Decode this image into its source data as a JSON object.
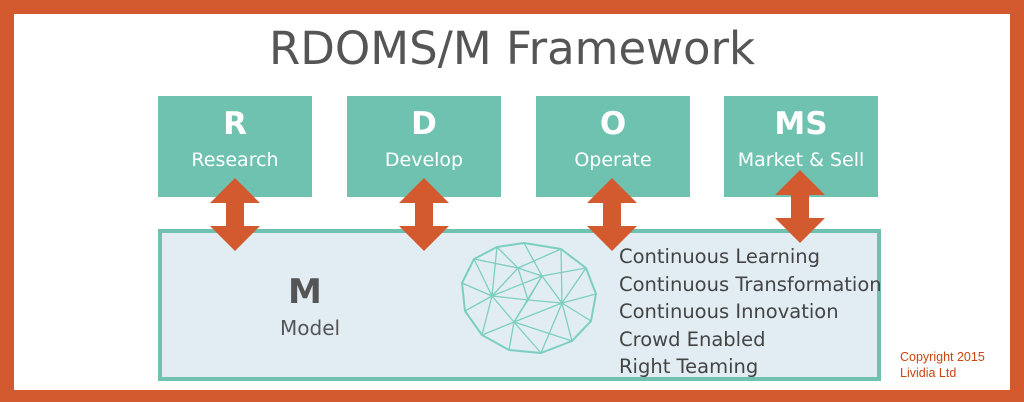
{
  "title": "RDOMS/M  Framework",
  "colors": {
    "frame": "#d35a2e",
    "box": "#70c2b0",
    "arrow": "#d35a2e",
    "model_bg": "#e2edf3",
    "globe": "#7ccfc0"
  },
  "boxes": [
    {
      "letter": "R",
      "word": "Research"
    },
    {
      "letter": "D",
      "word": "Develop"
    },
    {
      "letter": "O",
      "word": "Operate"
    },
    {
      "letter": "MS",
      "word": "Market & Sell"
    }
  ],
  "model": {
    "letter": "M",
    "word": "Model",
    "points": [
      "Continuous  Learning",
      "Continuous  Transformation",
      "Continuous  Innovation",
      "Crowd Enabled",
      "Right Teaming"
    ],
    "globe_icon": "polyhedron-globe-icon"
  },
  "copyright": {
    "line1": "Copyright 2015",
    "line2": "Lividia Ltd"
  }
}
